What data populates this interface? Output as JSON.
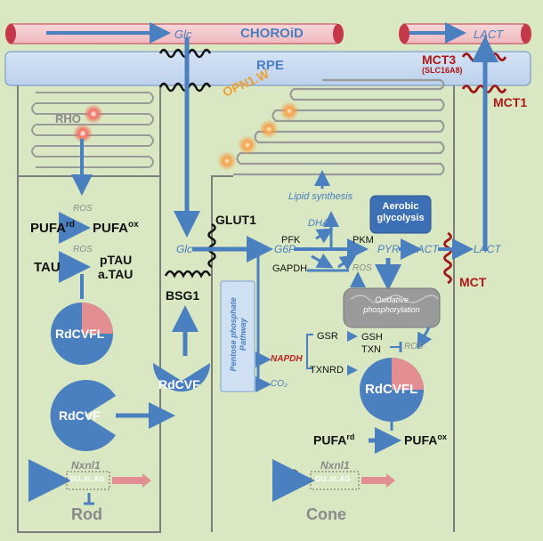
{
  "labels": {
    "choroid": "CHOROiD",
    "rpe": "RPE",
    "glc_top": "Glc",
    "lact_top": "LACT",
    "mct3": "MCT3",
    "slc16a8": "(SLC16A8)",
    "mct1": "MCT1",
    "mct": "MCT",
    "rho": "RHO",
    "opn1w": "OPN1.W",
    "ros_rod1": "ROS",
    "pufa_rd_rod": "PUFA",
    "pufa_rd_rod_sup": "rd",
    "pufa_ox_rod": "PUFA",
    "pufa_ox_rod_sup": "ox",
    "ros_rod2": "ROS",
    "tau": "TAU",
    "ptau": "pTAU",
    "atau": "a.TAU",
    "rdcvfl_rod": "RdCVFL",
    "rdcvf_rod": "RdCVF",
    "rdcvf_rpe": "RdCVF",
    "bsg1": "BSG1",
    "glut1": "GLUT1",
    "glc_cone": "Glc",
    "g6p": "G6P",
    "pfk": "PFK",
    "dhap": "DHAP",
    "lipid_synthesis": "Lipid synthesis",
    "pkm": "PKM",
    "pyr": "PYR",
    "lact_cone": "LACT",
    "lact_right": "LACT",
    "gapdh": "GAPDH",
    "ros_glyco": "ROS",
    "aerobic_glycolysis": "Aerobic glycolysis",
    "oxidative_phosphorylation": "Oxidative phosphorylation",
    "pentose_phosphate": "Pentose phosphate Pathway",
    "napdh": "NAPDH",
    "co2": "CO₂",
    "gsr": "GSR",
    "txnrd": "TXNRD",
    "gsh": "GSH",
    "txn": "TXN",
    "ros_cone": "ROS",
    "rdcvfl_cone": "RdCVFL",
    "pufa_rd_cone": "PUFA",
    "pufa_rd_cone_sup": "rd",
    "pufa_ox_cone": "PUFA",
    "pufa_ox_cone_sup": "ox",
    "nxnl1_rod": "Nxnl1",
    "gene_rod": "GU../i/..AG",
    "nxnl1_cone": "Nxnl1",
    "gene_cone": "GU../i/..AG",
    "rod": "Rod",
    "cone": "Cone"
  },
  "colors": {
    "background": "#d9e8c2",
    "vessel": "#f4c8cc",
    "vessel_end": "#c4384a",
    "rpe_band": "#c9dbf1",
    "arrow_blue": "#4a7fc0",
    "transporter_red": "#a01818",
    "pink_sector": "#e38e92",
    "glow_orange": "#f6a04a"
  },
  "pie_rdcvfl": {
    "pink_fraction": 0.25,
    "blue_fraction": 0.75
  }
}
